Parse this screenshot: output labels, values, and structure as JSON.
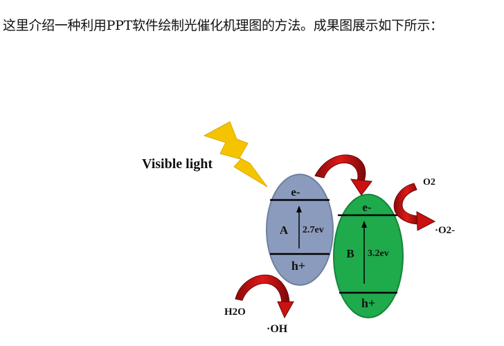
{
  "intro_text": "这里介绍一种利用PPT软件绘制光催化机理图的方法。成果图展示如下所示：",
  "diagram": {
    "light_label": "Visible light",
    "semiconductor_a": {
      "name": "A",
      "electron_label": "e-",
      "hole_label": "h+",
      "band_gap": "2.7ev",
      "fill_color": "#8b9bbd"
    },
    "semiconductor_b": {
      "name": "B",
      "electron_label": "e-",
      "hole_label": "h+",
      "band_gap": "3.2ev",
      "fill_color": "#1faa4c"
    },
    "oxygen": {
      "reactant": "O2",
      "product": "·O2-"
    },
    "water": {
      "reactant": "H2O",
      "product": "·OH"
    },
    "arrow_color": "#cc1111",
    "lightning_color": "#f5c400"
  }
}
